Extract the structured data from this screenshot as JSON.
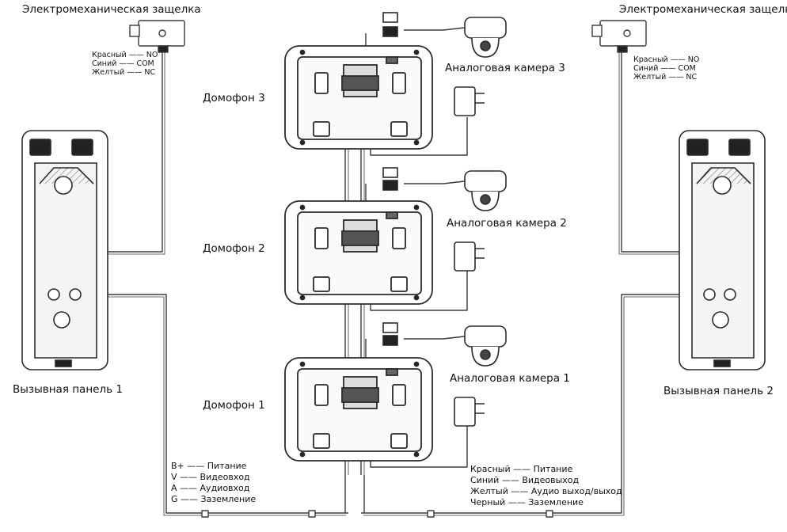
{
  "locks": [
    {
      "title": "Электромеханическая защелка",
      "wires": [
        {
          "color": "Красный",
          "dash": "——",
          "terminal": "NO"
        },
        {
          "color": "Синий",
          "dash": "——",
          "terminal": "COM"
        },
        {
          "color": "Желтый",
          "dash": "——",
          "terminal": "NC"
        }
      ]
    },
    {
      "title": "Электромеханическая защелка",
      "wires": [
        {
          "color": "Красный",
          "dash": "——",
          "terminal": "NO"
        },
        {
          "color": "Синий",
          "dash": "——",
          "terminal": "COM"
        },
        {
          "color": "Желтый",
          "dash": "——",
          "terminal": "NC"
        }
      ]
    }
  ],
  "panels": [
    {
      "label": "Вызывная панель 1"
    },
    {
      "label": "Вызывная панель 2"
    }
  ],
  "monitors": [
    {
      "label": "Домофон 3"
    },
    {
      "label": "Домофон 2"
    },
    {
      "label": "Домофон 1"
    }
  ],
  "cameras": [
    {
      "label": "Аналоговая камера 3"
    },
    {
      "label": "Аналоговая камера 2"
    },
    {
      "label": "Аналоговая камера 1"
    }
  ],
  "panel_wiring": [
    {
      "code": "B+",
      "dash": "——",
      "meaning": "Питание"
    },
    {
      "code": "V",
      "dash": "——",
      "meaning": "Видеовход"
    },
    {
      "code": "A",
      "dash": "——",
      "meaning": "Аудиовход"
    },
    {
      "code": "G",
      "dash": "——",
      "meaning": "Заземление"
    }
  ],
  "camera_wiring": [
    {
      "color": "Красный",
      "dash": "——",
      "meaning": "Питание"
    },
    {
      "color": "Синий",
      "dash": "——",
      "meaning": "Видеовыход"
    },
    {
      "color": "Желтый",
      "dash": "——",
      "meaning": "Аудио выход/выход"
    },
    {
      "color": "Черный",
      "dash": "——",
      "meaning": "Заземление"
    }
  ],
  "colors": {
    "line": "#3a3a3a",
    "device_fill": "#ffffff",
    "panel_inner": "#eeeeee",
    "text": "#111111"
  }
}
